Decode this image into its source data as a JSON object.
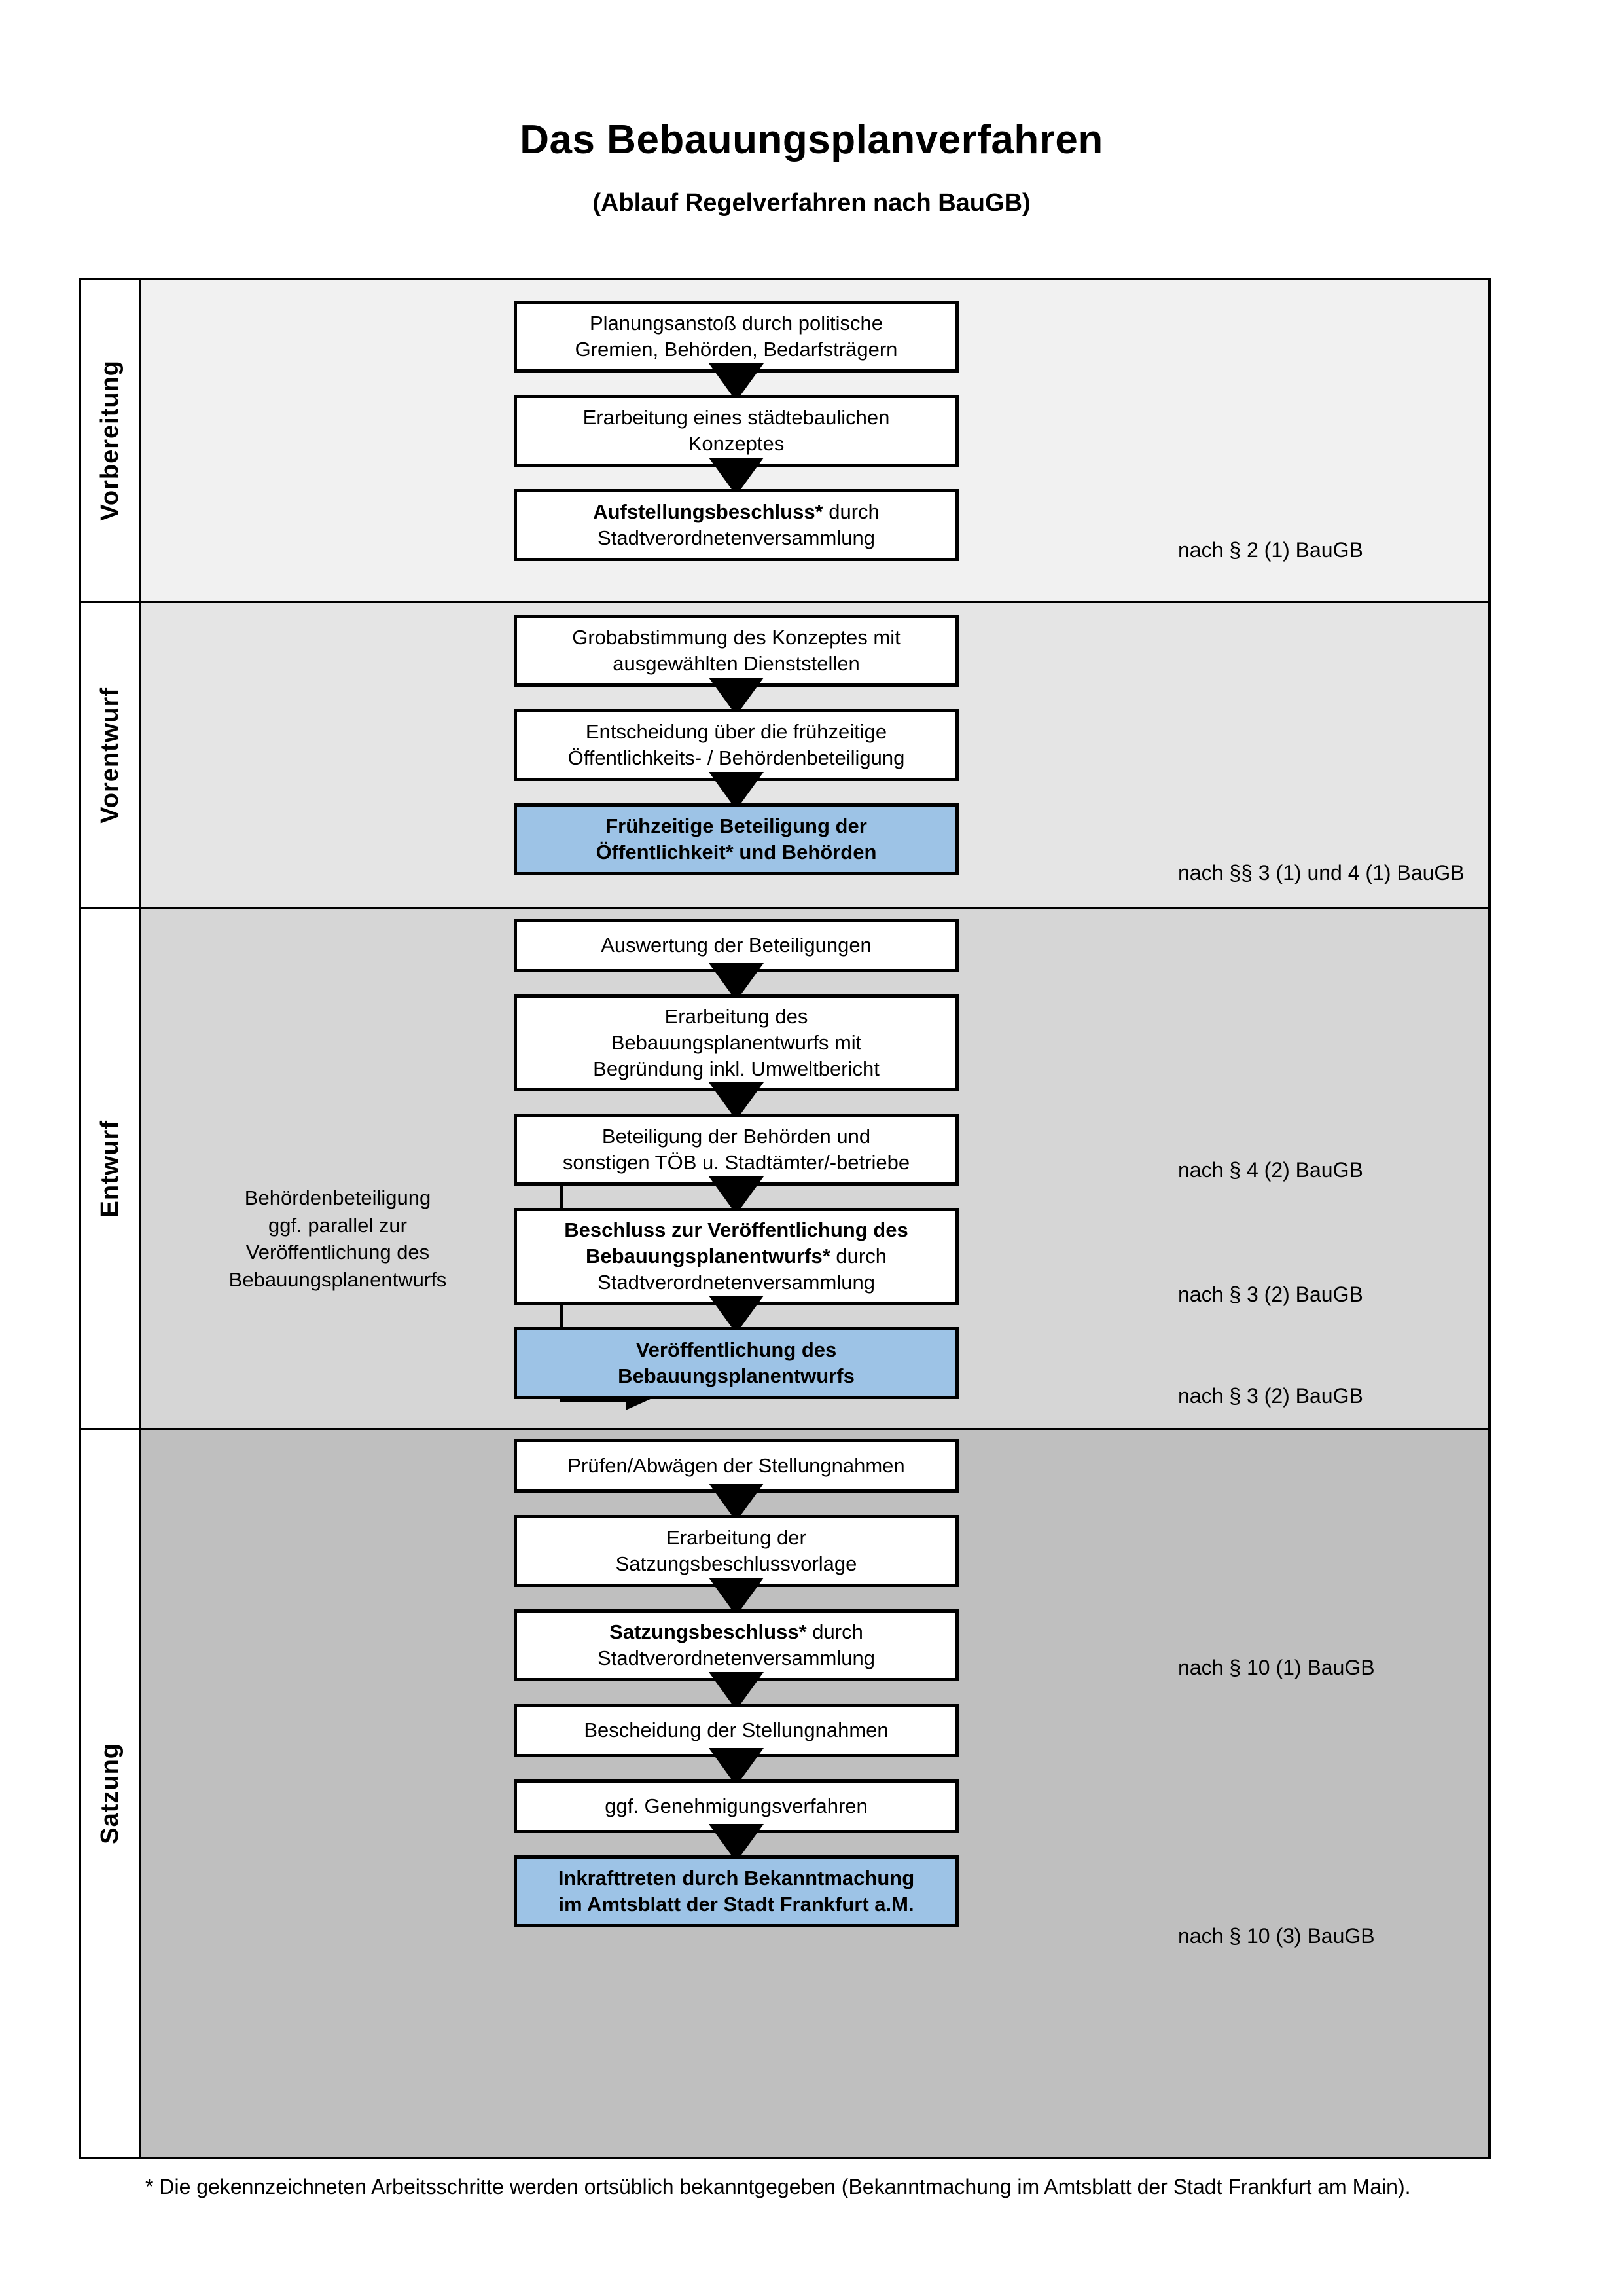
{
  "header": {
    "title": "Das Bebauungsplanverfahren",
    "subtitle": "(Ablauf Regelverfahren nach BauGB)"
  },
  "colors": {
    "highlight_box": "#9dc3e6",
    "band_vorbereitung": "#f1f1f1",
    "band_vorentwurf": "#e5e5e5",
    "band_entwurf": "#d6d6d6",
    "band_satzung": "#bfbfbf",
    "outline": "#000000"
  },
  "bands": [
    {
      "label": "Vorbereitung"
    },
    {
      "label": "Vorentwurf"
    },
    {
      "label": "Entwurf"
    },
    {
      "label": "Satzung"
    }
  ],
  "steps": {
    "s1": {
      "line1": "Planungsanstoß durch politische",
      "line2": "Gremien, Behörden, Bedarfsträgern"
    },
    "s2": {
      "line1": "Erarbeitung eines städtebaulichen",
      "line2": "Konzeptes"
    },
    "s3": {
      "bold": "Aufstellungsbeschluss*",
      "rest": " durch",
      "line2": "Stadtverordnetenversammlung"
    },
    "s4": {
      "line1": "Grobabstimmung des Konzeptes mit",
      "line2": "ausgewählten Dienststellen"
    },
    "s5": {
      "line1": "Entscheidung über die frühzeitige",
      "line2": "Öffentlichkeits- / Behördenbeteiligung"
    },
    "s6": {
      "line1": "Frühzeitige Beteiligung der",
      "line2": "Öffentlichkeit* und Behörden"
    },
    "s7": {
      "line1": "Auswertung der Beteiligungen"
    },
    "s8": {
      "line1": "Erarbeitung des",
      "line2": "Bebauungsplanentwurfs mit",
      "line3": "Begründung inkl. Umweltbericht"
    },
    "s9": {
      "line1": "Beteiligung der Behörden und",
      "line2": "sonstigen TÖB u. Stadtämter/-betriebe"
    },
    "s10": {
      "bold1": "Beschluss zur Veröffentlichung des",
      "bold2": "Bebauungsplanentwurfs*",
      "rest": " durch",
      "line3": "Stadtverordnetenversammlung"
    },
    "s11": {
      "line1": "Veröffentlichung des",
      "line2": "Bebauungsplanentwurfs"
    },
    "s12": {
      "line1": "Prüfen/Abwägen der Stellungnahmen"
    },
    "s13": {
      "line1": "Erarbeitung der",
      "line2": "Satzungsbeschlussvorlage"
    },
    "s14": {
      "bold": "Satzungsbeschluss*",
      "rest": " durch",
      "line2": "Stadtverordnetenversammlung"
    },
    "s15": {
      "line1": "Bescheidung der Stellungnahmen"
    },
    "s16": {
      "line1": "ggf. Genehmigungsverfahren"
    },
    "s17": {
      "bold": "Inkrafttreten",
      "rest": " durch Bekanntmachung",
      "line2": "im Amtsblatt der Stadt Frankfurt a.M."
    }
  },
  "sidenote": {
    "line1": "Behördenbeteiligung",
    "line2": "ggf. parallel zur",
    "line3": "Veröffentlichung des",
    "line4": "Bebauungsplanentwurfs"
  },
  "legal": {
    "r1": "nach § 2 (1) BauGB",
    "r2": "nach §§ 3 (1) und 4 (1) BauGB",
    "r3": "nach § 4 (2) BauGB",
    "r4": "nach § 3 (2) BauGB",
    "r5": "nach § 3 (2) BauGB",
    "r6": "nach § 10 (1) BauGB",
    "r7": "nach § 10 (3) BauGB"
  },
  "footnote": {
    "text": "* Die gekennzeichneten Arbeitsschritte werden ortsüblich bekanntgegeben (Bekanntmachung im Amtsblatt  der Stadt Frankfurt am Main)."
  }
}
